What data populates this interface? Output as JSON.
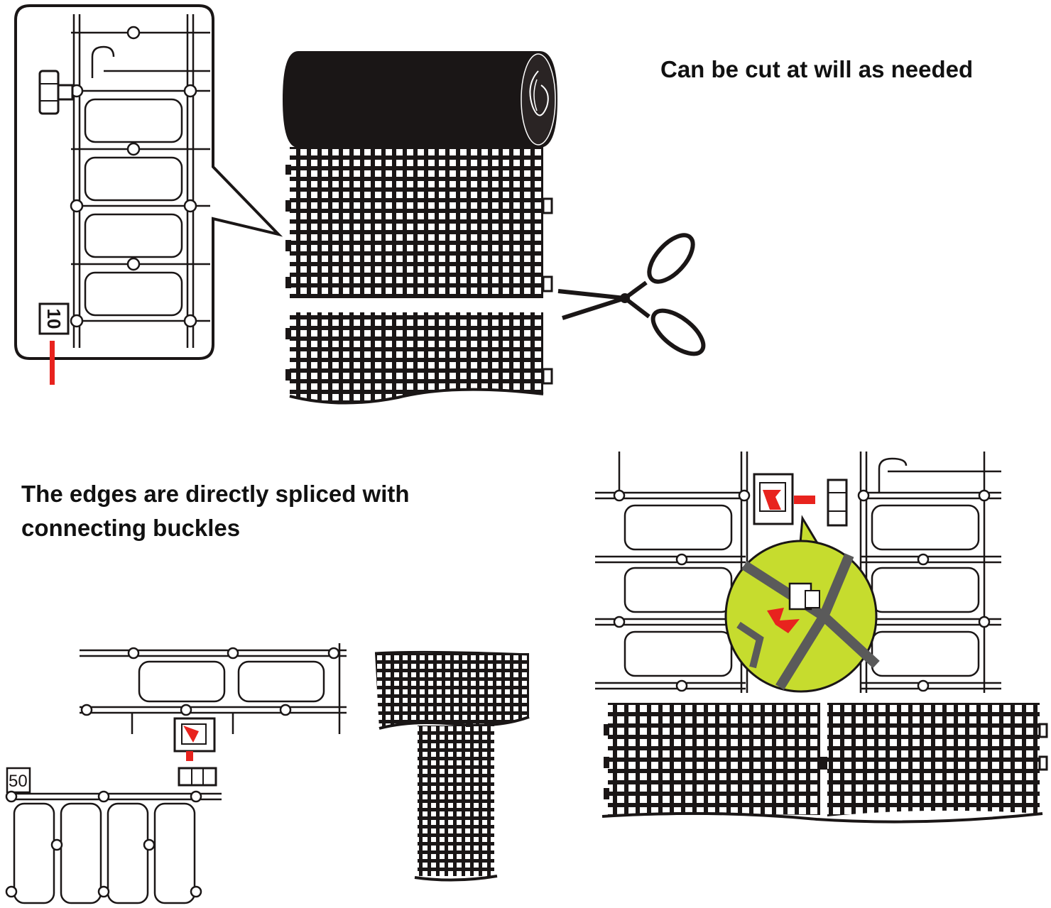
{
  "captions": {
    "cut": "Can be cut at will as needed",
    "splice": "The edges are directly spliced with connecting buckles"
  },
  "labels": {
    "panel_number_top": "10",
    "panel_number_bottom": "50"
  },
  "colors": {
    "ink": "#1a1616",
    "background": "#ffffff",
    "arrow": "#e8231e",
    "magnifier": "#c6dc2e"
  },
  "icons": [
    "scissors-icon",
    "magnifier-icon",
    "arrow-icon",
    "buckle-icon"
  ]
}
